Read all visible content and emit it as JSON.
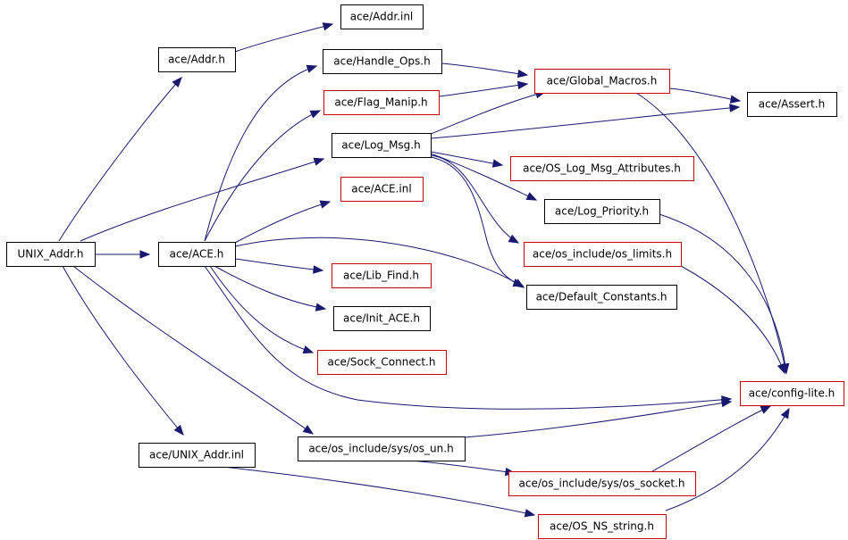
{
  "graph": {
    "colors": {
      "edge": "#191970",
      "border_default": "#000000",
      "border_red": "#cc0000",
      "root_fill": "#bfbfbf",
      "background": "#ffffff"
    },
    "nodes": [
      {
        "id": "unix_addr_h",
        "label": "UNIX_Addr.h",
        "style": "root"
      },
      {
        "id": "addr_h",
        "label": "ace/Addr.h",
        "style": "black"
      },
      {
        "id": "addr_inl",
        "label": "ace/Addr.inl",
        "style": "black"
      },
      {
        "id": "handle_ops_h",
        "label": "ace/Handle_Ops.h",
        "style": "black"
      },
      {
        "id": "flag_manip_h",
        "label": "ace/Flag_Manip.h",
        "style": "red"
      },
      {
        "id": "global_macros_h",
        "label": "ace/Global_Macros.h",
        "style": "red"
      },
      {
        "id": "assert_h",
        "label": "ace/Assert.h",
        "style": "black"
      },
      {
        "id": "log_msg_h",
        "label": "ace/Log_Msg.h",
        "style": "black"
      },
      {
        "id": "os_log_msg_attr_h",
        "label": "ace/OS_Log_Msg_Attributes.h",
        "style": "red"
      },
      {
        "id": "ace_inl",
        "label": "ace/ACE.inl",
        "style": "red"
      },
      {
        "id": "log_priority_h",
        "label": "ace/Log_Priority.h",
        "style": "black"
      },
      {
        "id": "ace_h",
        "label": "ace/ACE.h",
        "style": "black"
      },
      {
        "id": "os_limits_h",
        "label": "ace/os_include/os_limits.h",
        "style": "red"
      },
      {
        "id": "lib_find_h",
        "label": "ace/Lib_Find.h",
        "style": "red"
      },
      {
        "id": "default_constants_h",
        "label": "ace/Default_Constants.h",
        "style": "black"
      },
      {
        "id": "init_ace_h",
        "label": "ace/Init_ACE.h",
        "style": "black"
      },
      {
        "id": "sock_connect_h",
        "label": "ace/Sock_Connect.h",
        "style": "red"
      },
      {
        "id": "config_lite_h",
        "label": "ace/config-lite.h",
        "style": "red"
      },
      {
        "id": "unix_addr_inl",
        "label": "ace/UNIX_Addr.inl",
        "style": "black"
      },
      {
        "id": "os_un_h",
        "label": "ace/os_include/sys/os_un.h",
        "style": "black"
      },
      {
        "id": "os_socket_h",
        "label": "ace/os_include/sys/os_socket.h",
        "style": "red"
      },
      {
        "id": "os_ns_string_h",
        "label": "ace/OS_NS_string.h",
        "style": "red"
      }
    ],
    "edges": [
      {
        "from": "unix_addr_h",
        "to": "addr_h"
      },
      {
        "from": "unix_addr_h",
        "to": "log_msg_h"
      },
      {
        "from": "unix_addr_h",
        "to": "ace_h"
      },
      {
        "from": "unix_addr_h",
        "to": "os_un_h"
      },
      {
        "from": "unix_addr_h",
        "to": "unix_addr_inl"
      },
      {
        "from": "addr_h",
        "to": "addr_inl"
      },
      {
        "from": "ace_h",
        "to": "handle_ops_h"
      },
      {
        "from": "ace_h",
        "to": "flag_manip_h"
      },
      {
        "from": "ace_h",
        "to": "ace_inl"
      },
      {
        "from": "ace_h",
        "to": "default_constants_h"
      },
      {
        "from": "ace_h",
        "to": "lib_find_h"
      },
      {
        "from": "ace_h",
        "to": "init_ace_h"
      },
      {
        "from": "ace_h",
        "to": "sock_connect_h"
      },
      {
        "from": "ace_h",
        "to": "config_lite_h"
      },
      {
        "from": "handle_ops_h",
        "to": "global_macros_h"
      },
      {
        "from": "flag_manip_h",
        "to": "global_macros_h"
      },
      {
        "from": "global_macros_h",
        "to": "assert_h"
      },
      {
        "from": "global_macros_h",
        "to": "config_lite_h"
      },
      {
        "from": "log_msg_h",
        "to": "global_macros_h"
      },
      {
        "from": "log_msg_h",
        "to": "assert_h"
      },
      {
        "from": "log_msg_h",
        "to": "os_log_msg_attr_h"
      },
      {
        "from": "log_msg_h",
        "to": "log_priority_h"
      },
      {
        "from": "log_msg_h",
        "to": "os_limits_h"
      },
      {
        "from": "log_msg_h",
        "to": "default_constants_h"
      },
      {
        "from": "log_priority_h",
        "to": "config_lite_h"
      },
      {
        "from": "os_limits_h",
        "to": "config_lite_h"
      },
      {
        "from": "os_un_h",
        "to": "config_lite_h"
      },
      {
        "from": "os_un_h",
        "to": "os_socket_h"
      },
      {
        "from": "os_socket_h",
        "to": "config_lite_h"
      },
      {
        "from": "unix_addr_inl",
        "to": "os_ns_string_h"
      },
      {
        "from": "os_ns_string_h",
        "to": "config_lite_h"
      }
    ]
  }
}
